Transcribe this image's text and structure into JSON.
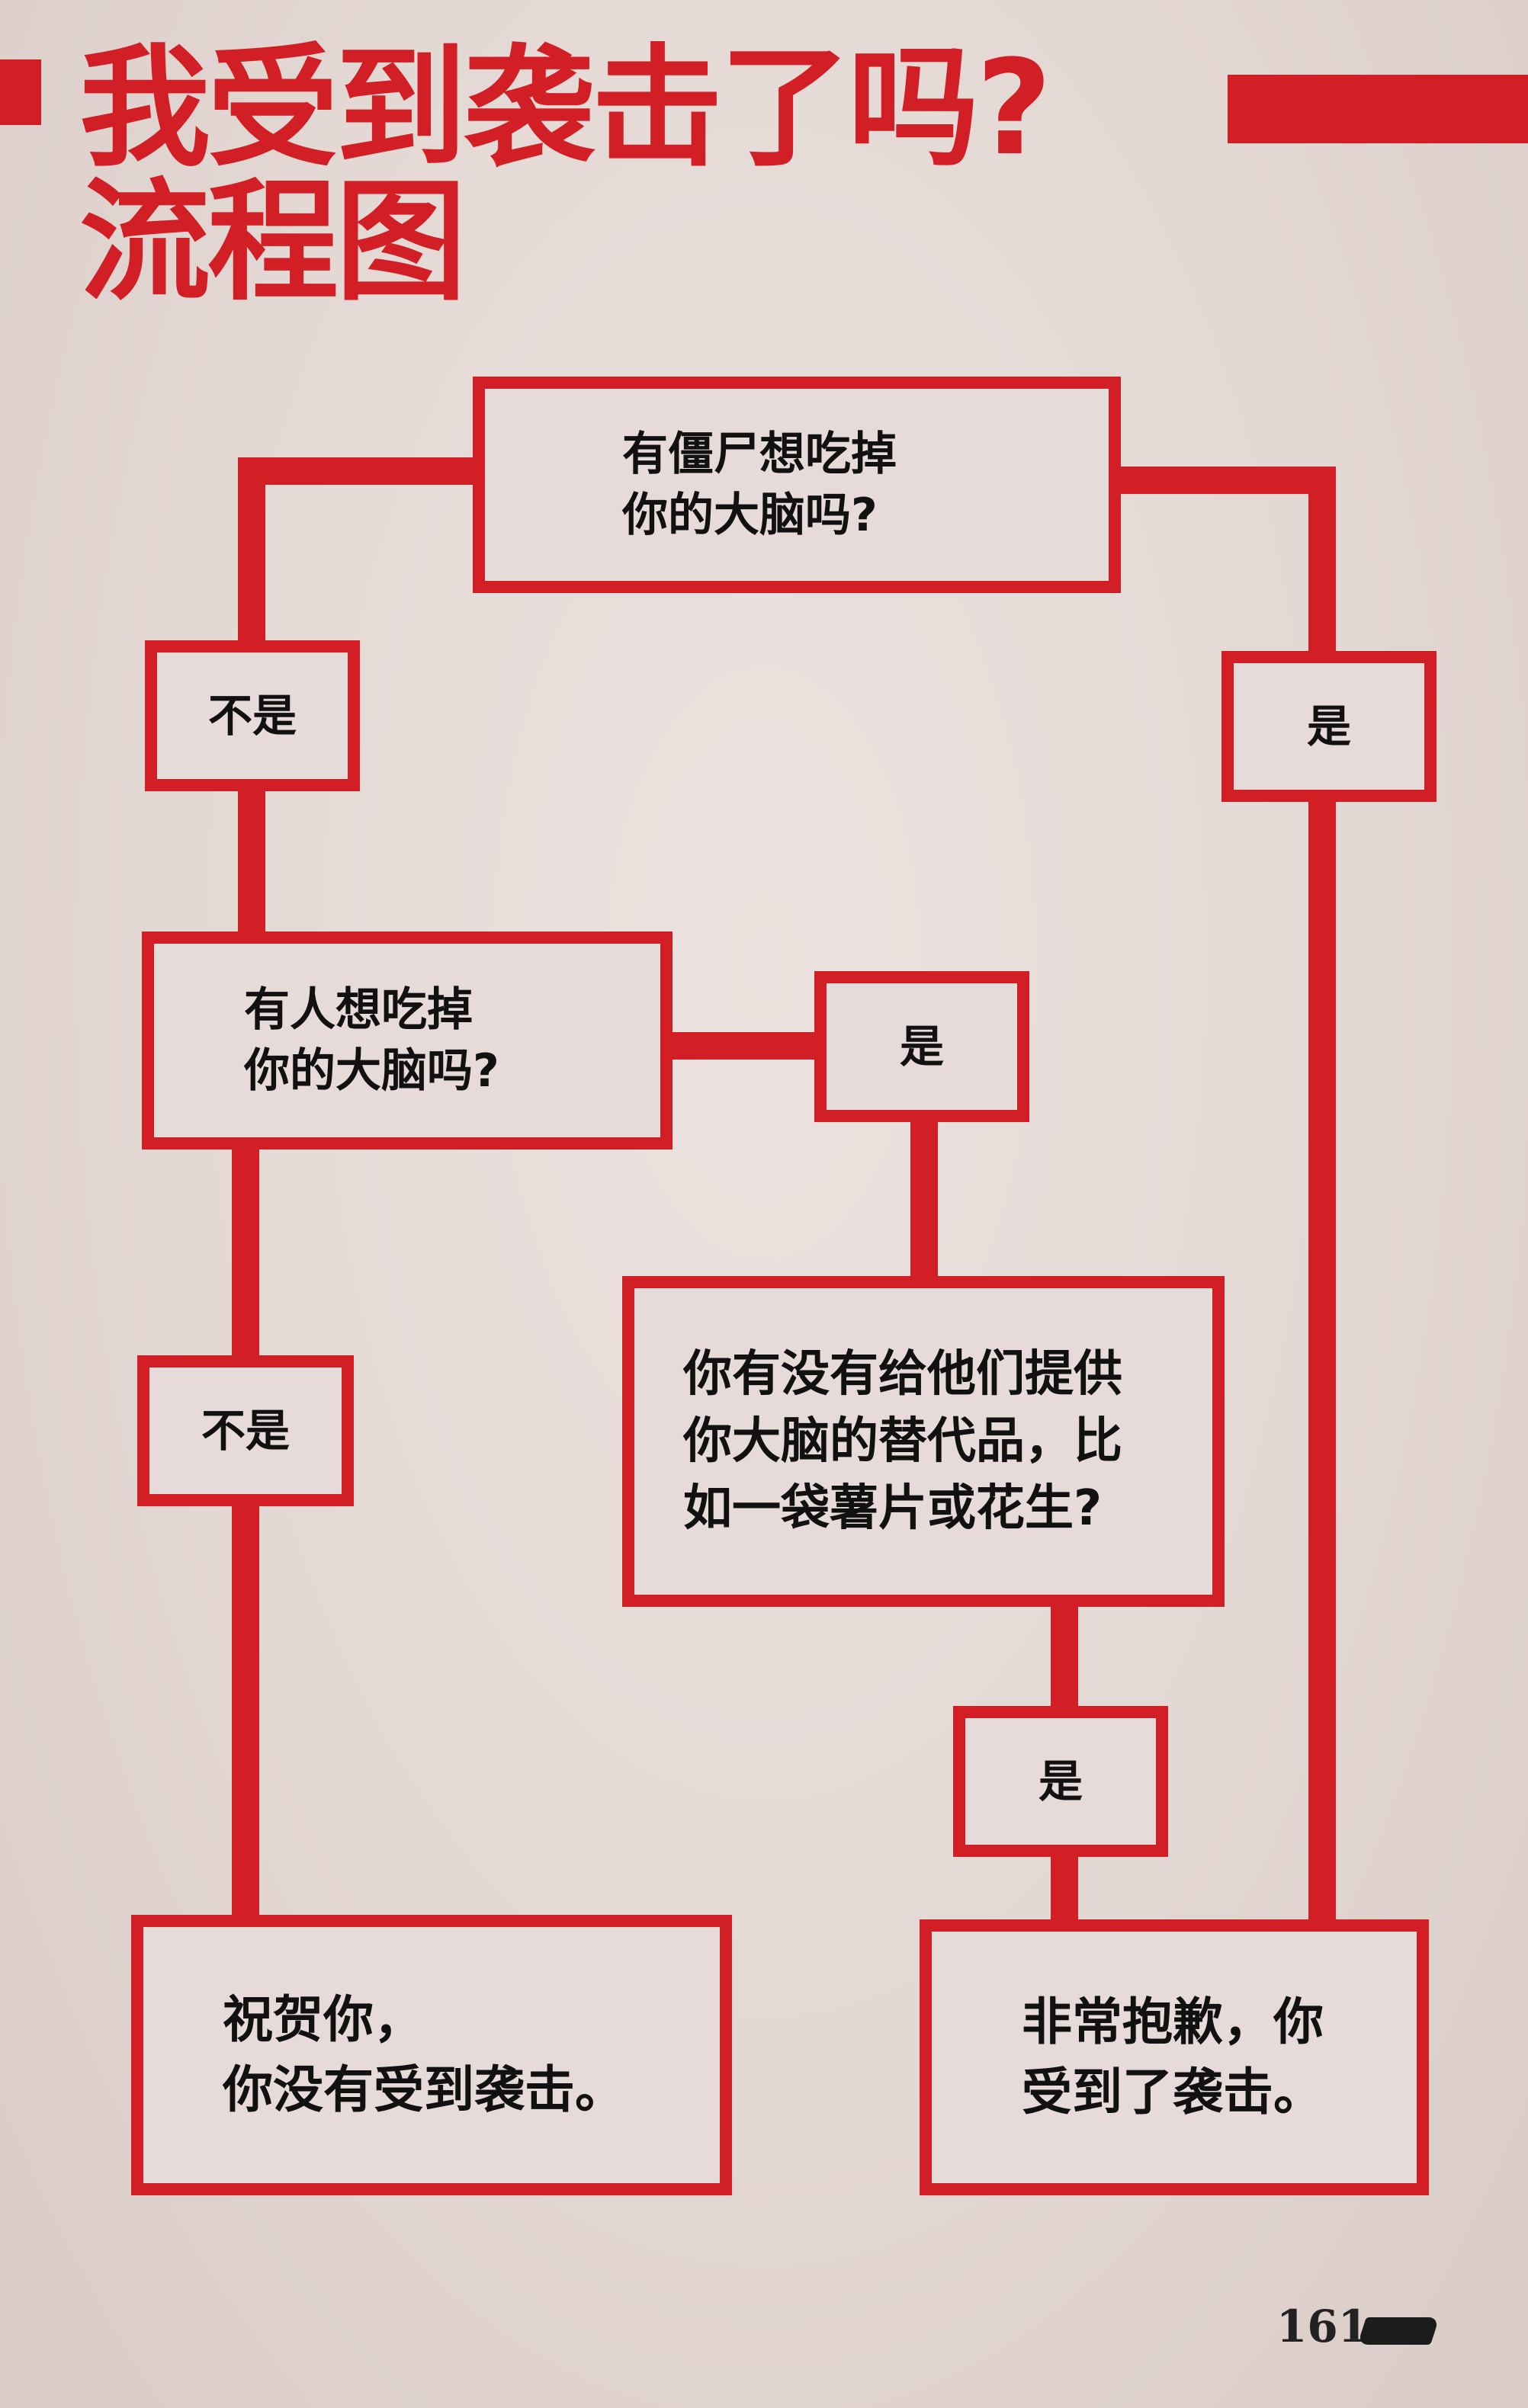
{
  "title": {
    "line1": "我受到袭击了吗?",
    "line2": "流程图"
  },
  "nodes": {
    "q1": "有僵尸想吃掉\n你的大脑吗?",
    "q2": "有人想吃掉\n你的大脑吗?",
    "q3": "你有没有给他们提供\n你大脑的替代品，比\n如一袋薯片或花生?",
    "label_no_1": "不是",
    "label_yes_1": "是",
    "label_yes_2": "是",
    "label_no_2": "不是",
    "label_yes_3": "是",
    "result_safe": "祝贺你，\n你没有受到袭击。",
    "result_attacked": "非常抱歉，你\n受到了袭击。"
  },
  "footer": {
    "page_number": "161"
  },
  "colors": {
    "accent": "#d21f26",
    "paper": "#e6dbd8",
    "text": "#111111"
  }
}
